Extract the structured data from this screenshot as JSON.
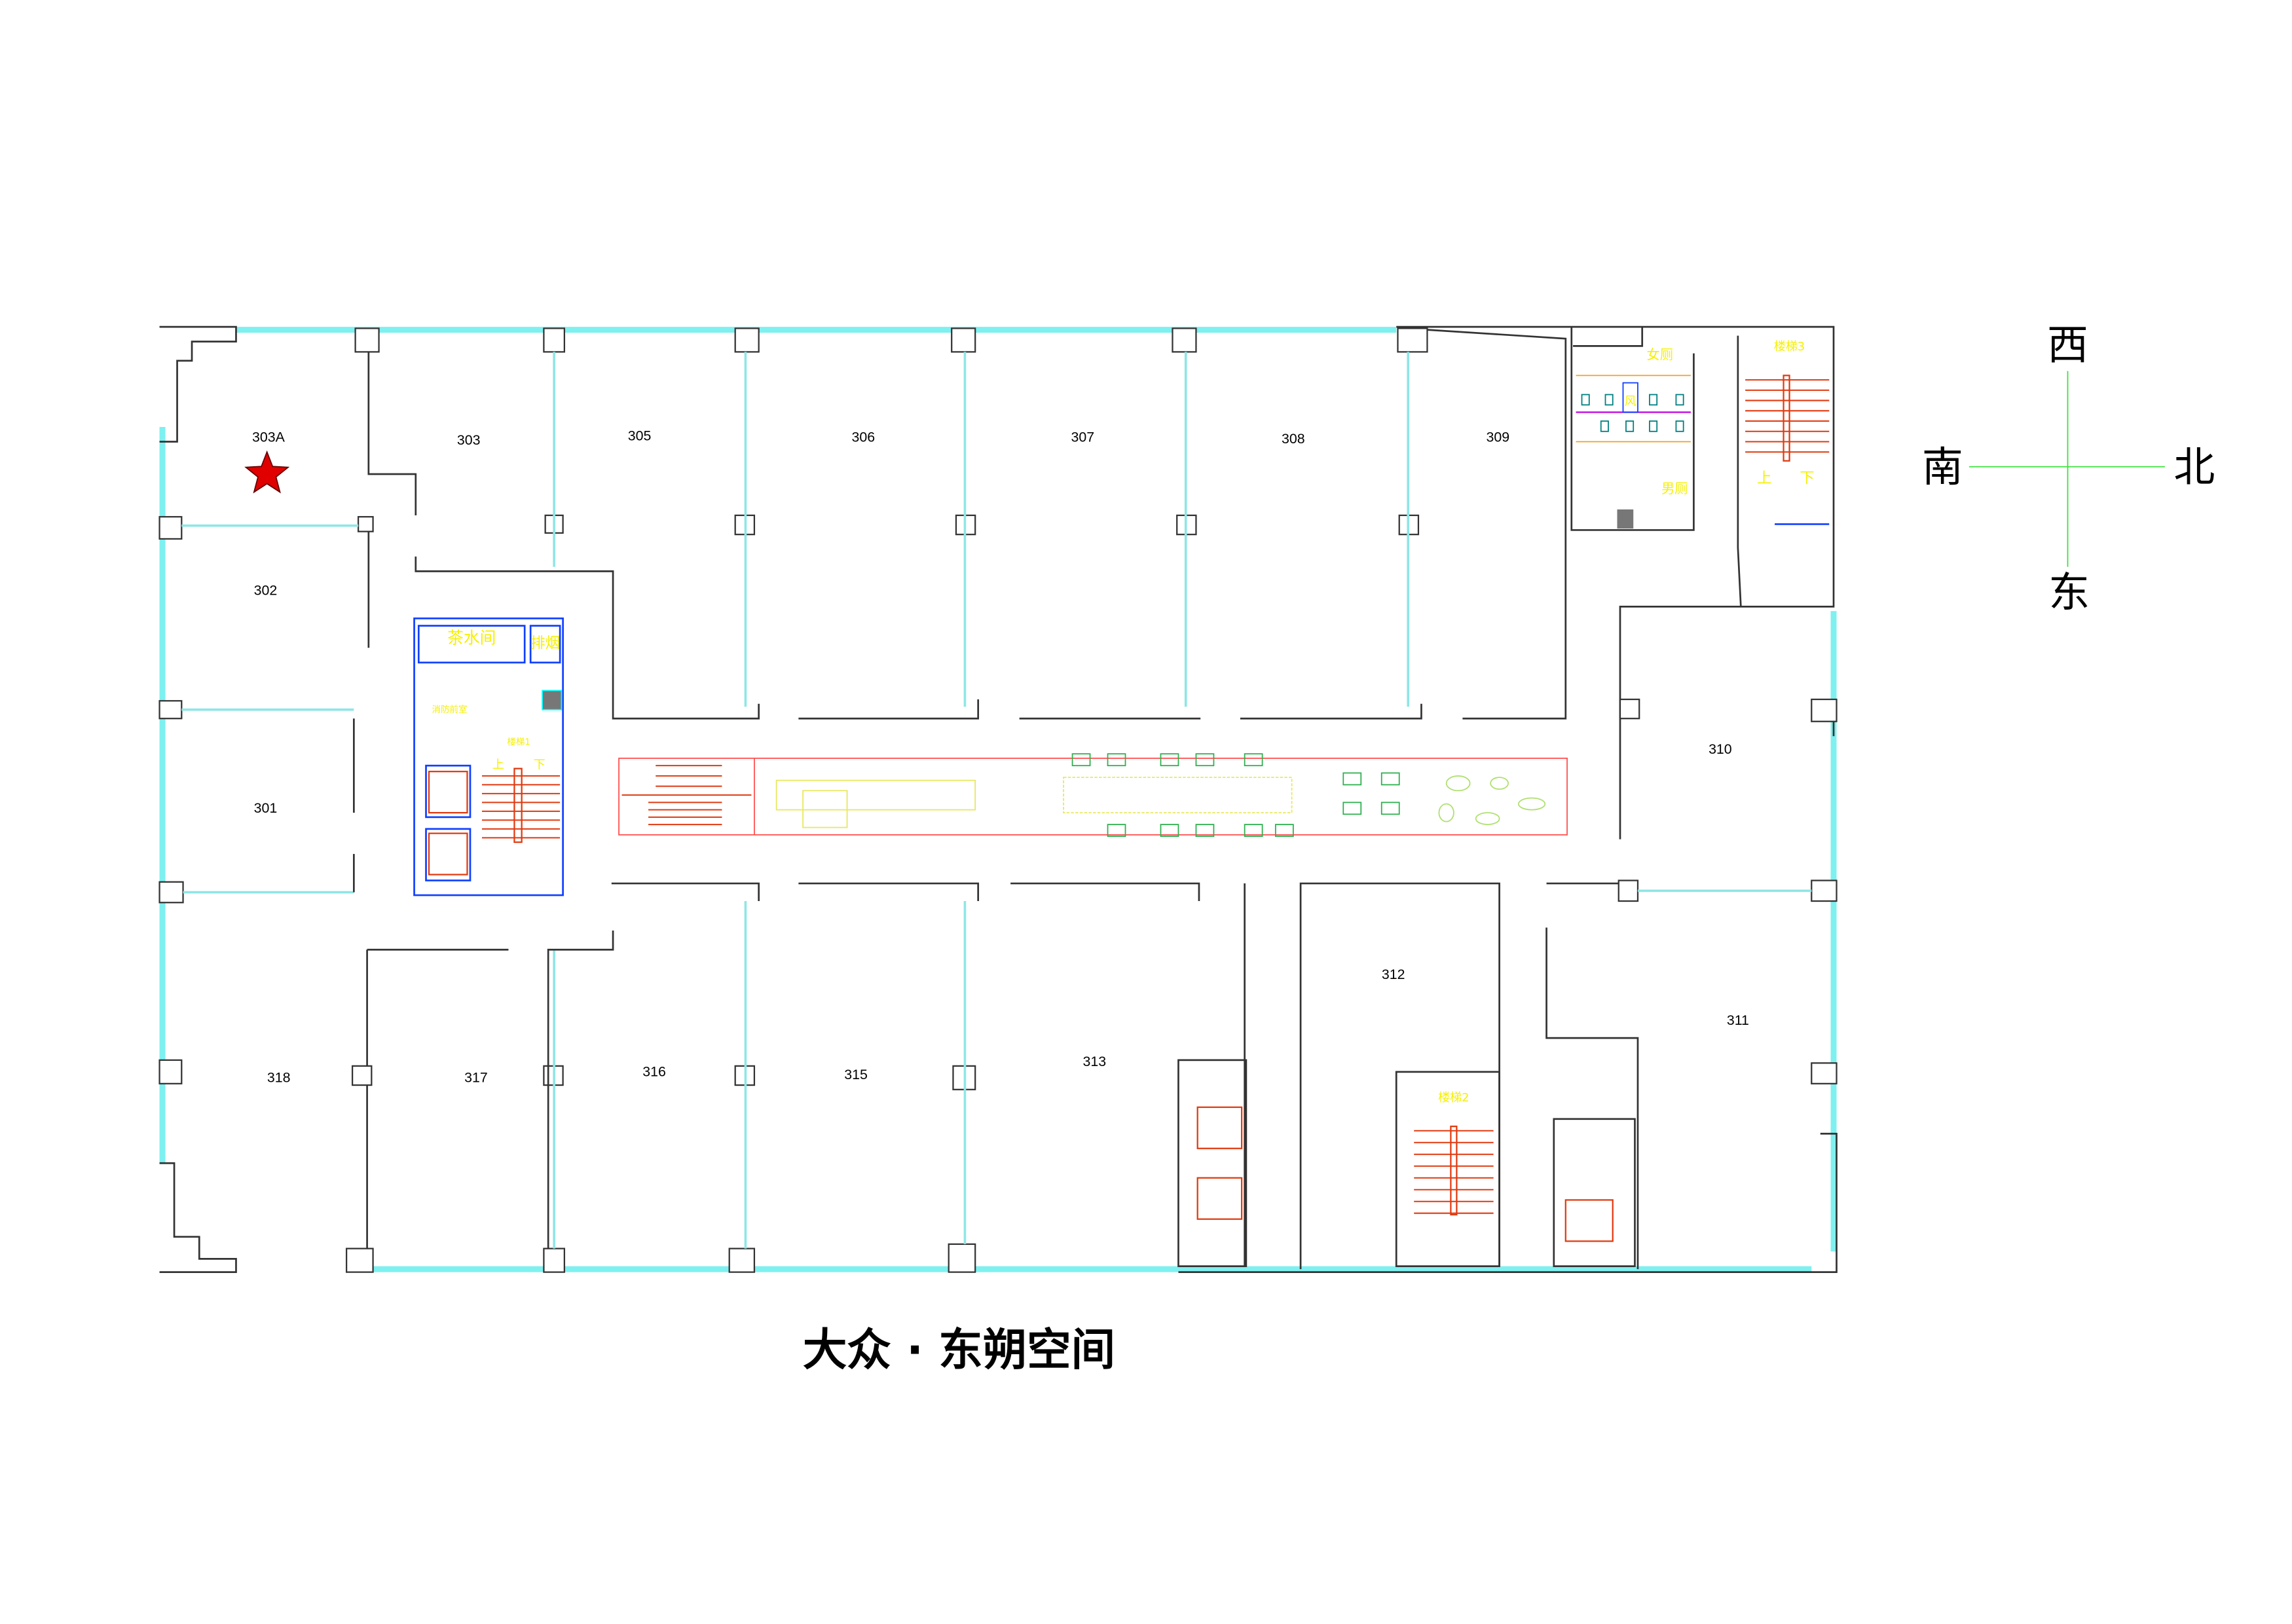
{
  "title": "大众 · 东朔空间",
  "compass": {
    "west": "西",
    "south": "南",
    "north": "北",
    "east": "东"
  },
  "marker": {
    "room": "303A",
    "icon": "red-star",
    "color": "#e00000"
  },
  "rooms": {
    "r303A": "303A",
    "r303": "303",
    "r305": "305",
    "r306": "306",
    "r307": "307",
    "r308": "308",
    "r309": "309",
    "r302": "302",
    "r301": "301",
    "r310": "310",
    "r318": "318",
    "r317": "317",
    "r316": "316",
    "r315": "315",
    "r313": "313",
    "r312": "312",
    "r311": "311"
  },
  "facilities": {
    "tea_room": "茶水间",
    "smoke_exhaust": "排烟",
    "fire_lobby": "消防前室",
    "stair1": "楼梯1",
    "stair2": "楼梯2",
    "stair3": "楼梯3",
    "up": "上",
    "down": "下",
    "womens_toilet": "女厕",
    "mens_toilet": "男厕",
    "wind": "风"
  },
  "colors": {
    "glass": "#7ff0f0",
    "label": "#f5f000",
    "stairs": "#e03a10",
    "core": "#1040ff"
  }
}
